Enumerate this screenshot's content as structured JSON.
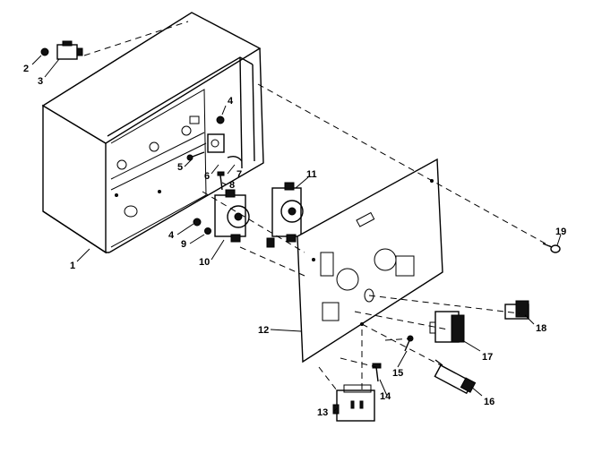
{
  "callouts": [
    {
      "id": "1",
      "text": "1"
    },
    {
      "id": "2",
      "text": "2"
    },
    {
      "id": "3",
      "text": "3"
    },
    {
      "id": "4a",
      "text": "4"
    },
    {
      "id": "4b",
      "text": "4"
    },
    {
      "id": "5",
      "text": "5"
    },
    {
      "id": "6",
      "text": "6"
    },
    {
      "id": "7",
      "text": "7"
    },
    {
      "id": "8",
      "text": "8"
    },
    {
      "id": "9",
      "text": "9"
    },
    {
      "id": "10",
      "text": "10"
    },
    {
      "id": "11",
      "text": "11"
    },
    {
      "id": "12",
      "text": "12"
    },
    {
      "id": "13",
      "text": "13"
    },
    {
      "id": "14",
      "text": "14"
    },
    {
      "id": "15",
      "text": "15"
    },
    {
      "id": "16",
      "text": "16"
    },
    {
      "id": "17",
      "text": "17"
    },
    {
      "id": "18",
      "text": "18"
    },
    {
      "id": "19",
      "text": "19"
    }
  ]
}
